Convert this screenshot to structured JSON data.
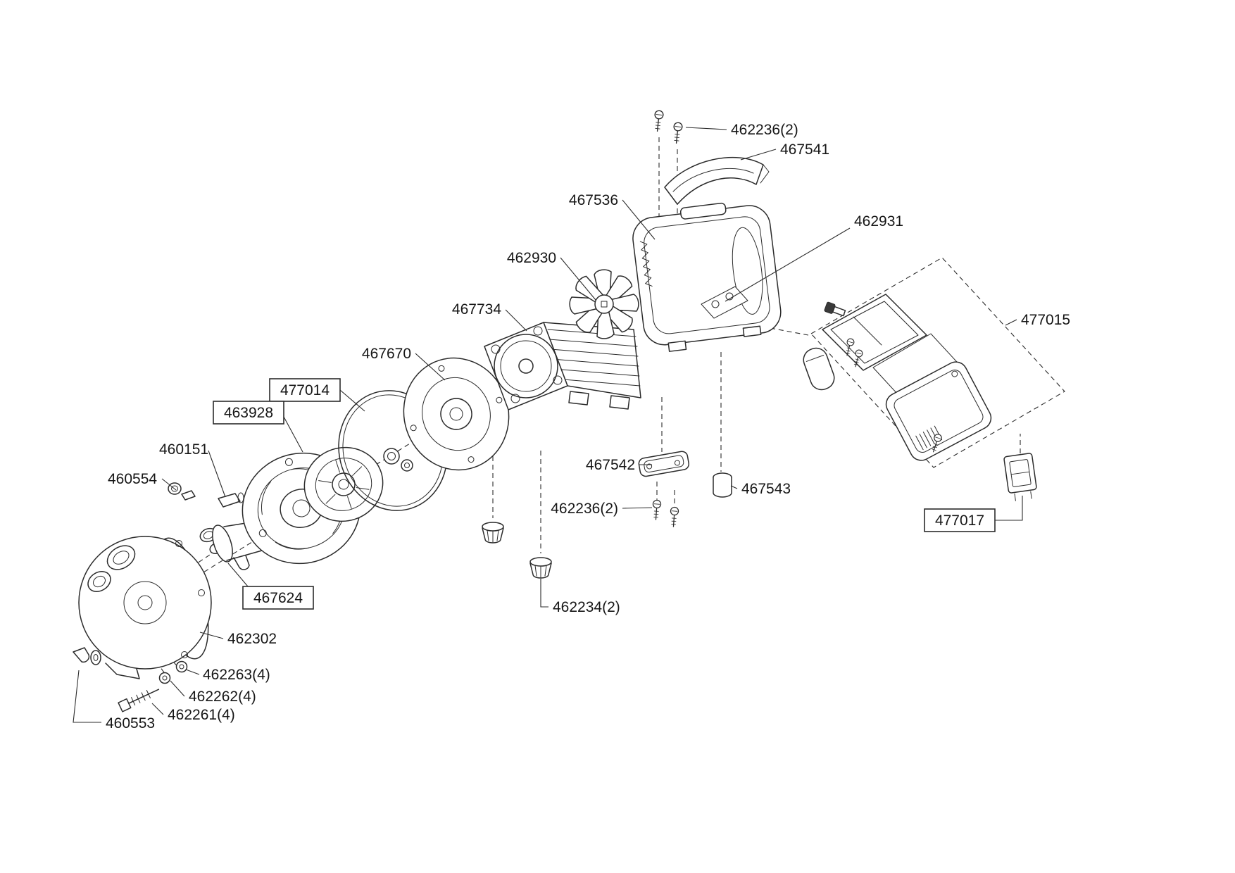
{
  "diagram": {
    "type": "exploded-parts-diagram",
    "colors": {
      "line": "#2b2b2b",
      "text": "#161616",
      "background": "#ffffff"
    },
    "labels": {
      "screws_top": "462236(2)",
      "handle": "467541",
      "motor_housing": "467536",
      "terminal_block": "462931",
      "fan": "462930",
      "motor": "467734",
      "cover_kit": "477015",
      "support_disc": "467670",
      "seal_kit": "477014",
      "diffuser": "463928",
      "venturi": "460151",
      "nozzle": "460554",
      "mount_plate": "467542",
      "rubber_foot": "467543",
      "screws_bottom": "462236(2)",
      "switch": "477017",
      "ejector": "467624",
      "pump_body": "462302",
      "knobs": "462234(2)",
      "washers_outer": "462263(4)",
      "washers_inner": "462262(4)",
      "bolts": "462261(4)",
      "clamp": "460553"
    }
  }
}
